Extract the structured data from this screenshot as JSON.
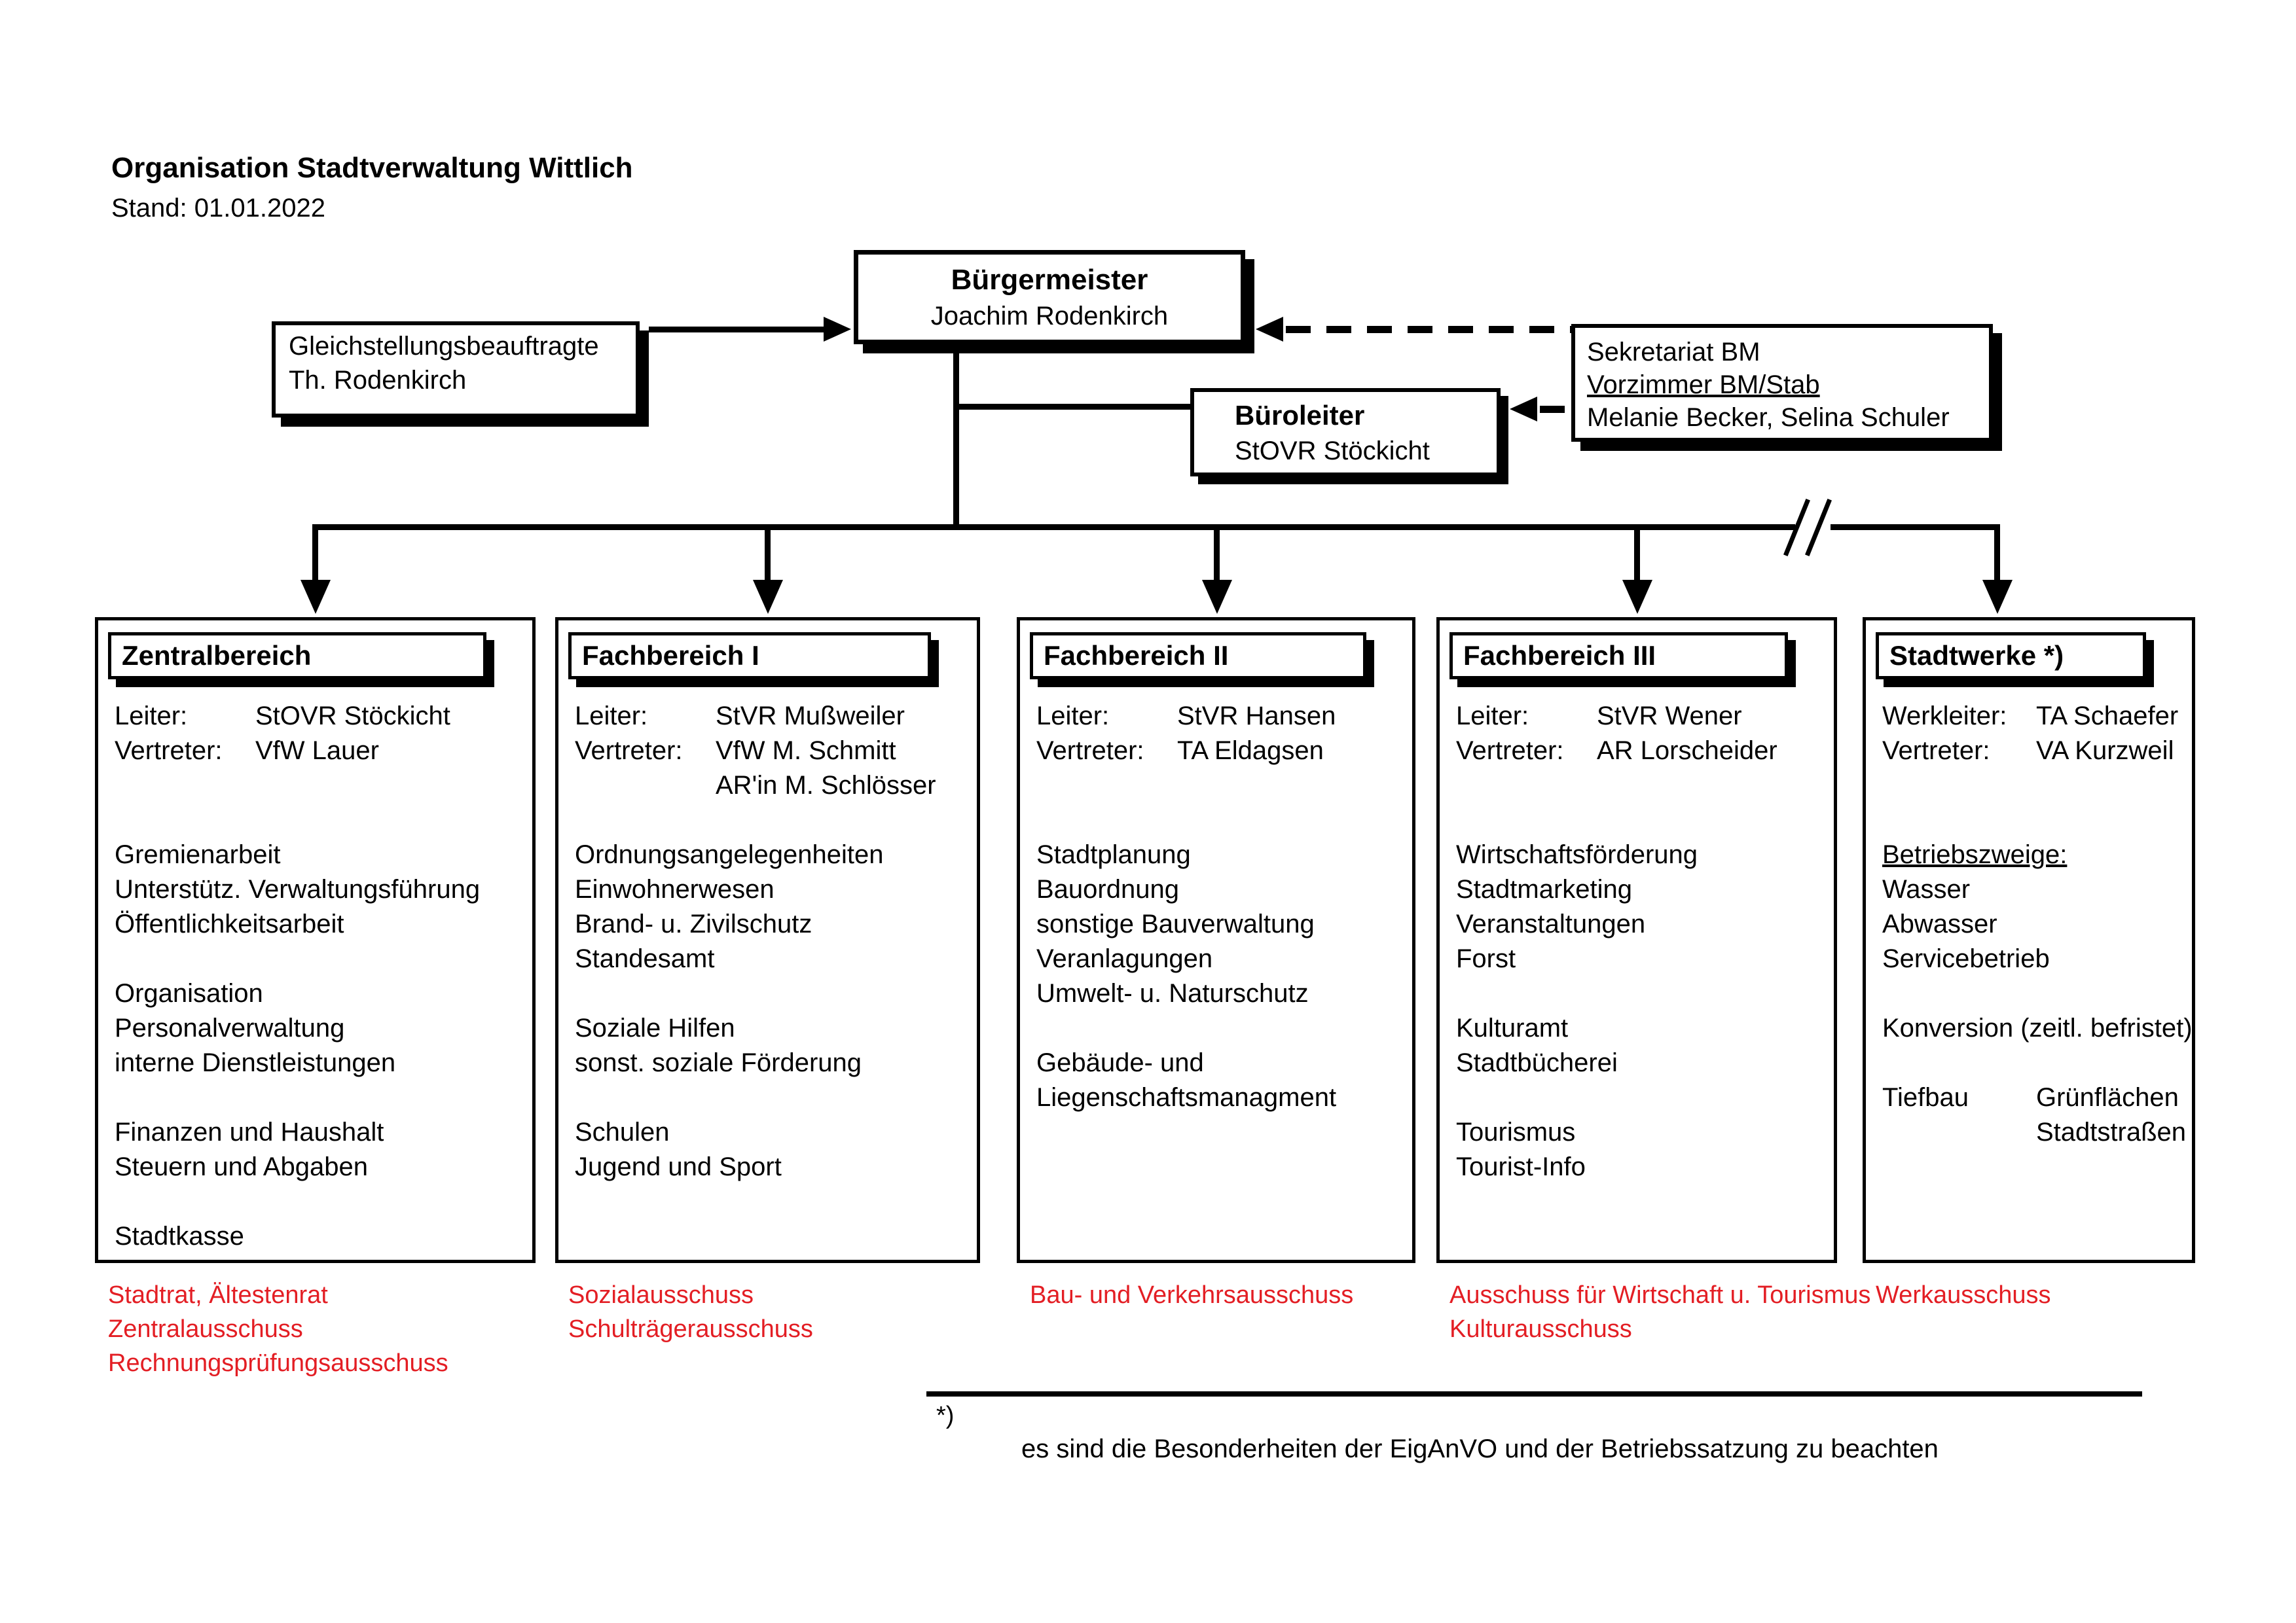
{
  "header": {
    "title": "Organisation Stadtverwaltung Wittlich",
    "date": "Stand: 01.01.2022"
  },
  "colors": {
    "committee_red": "#e31e24",
    "line_black": "#000000"
  },
  "nodes": {
    "gleichstellung": {
      "line1": "Gleichstellungsbeauftragte",
      "line2": "Th. Rodenkirch"
    },
    "buergermeister": {
      "title": "Bürgermeister",
      "name": "Joachim Rodenkirch"
    },
    "sekretariat": {
      "line1": "Sekretariat BM",
      "line2": "Vorzimmer BM/Stab",
      "line3": "Melanie Becker, Selina Schuler"
    },
    "bueroleiter": {
      "title": "Büroleiter",
      "name": "StOVR Stöckicht"
    }
  },
  "departments": [
    {
      "title": "Zentralbereich",
      "leader_label": "Leiter:",
      "leader": "StOVR Stöckicht",
      "deputy_label": "Vertreter:",
      "deputy": "VfW Lauer",
      "tasks": [
        "Gremienarbeit",
        "Unterstütz. Verwaltungsführung",
        "Öffentlichkeitsarbeit",
        "Organisation",
        "Personalverwaltung",
        "interne Dienstleistungen",
        "Finanzen und Haushalt",
        "Steuern und Abgaben",
        "Stadtkasse"
      ],
      "committees": [
        "Stadtrat, Ältestenrat",
        "Zentralausschuss",
        "Rechnungsprüfungsausschuss"
      ]
    },
    {
      "title": "Fachbereich I",
      "leader_label": "Leiter:",
      "leader": "StVR Mußweiler",
      "deputy_label": "Vertreter:",
      "deputy": "VfW M. Schmitt",
      "deputy2": "AR'in M. Schlösser",
      "tasks": [
        "Ordnungsangelegenheiten",
        "Einwohnerwesen",
        "Brand- u. Zivilschutz",
        "Standesamt",
        "Soziale Hilfen",
        "sonst. soziale Förderung",
        "Schulen",
        "Jugend und Sport"
      ],
      "committees": [
        "Sozialausschuss",
        "Schulträgerausschuss"
      ]
    },
    {
      "title": "Fachbereich II",
      "leader_label": "Leiter:",
      "leader": "StVR Hansen",
      "deputy_label": "Vertreter:",
      "deputy": "TA Eldagsen",
      "tasks": [
        "Stadtplanung",
        "Bauordnung",
        "sonstige Bauverwaltung",
        "Veranlagungen",
        "Umwelt- u. Naturschutz",
        "Gebäude- und",
        "Liegenschaftsmanagment"
      ],
      "committees": [
        "Bau- und Verkehrsausschuss"
      ]
    },
    {
      "title": "Fachbereich III",
      "leader_label": "Leiter:",
      "leader": "StVR Wener",
      "deputy_label": "Vertreter:",
      "deputy": "AR Lorscheider",
      "tasks": [
        "Wirtschaftsförderung",
        "Stadtmarketing",
        "Veranstaltungen",
        "Forst",
        "Kulturamt",
        "Stadtbücherei",
        "Tourismus",
        "Tourist-Info"
      ],
      "committees": [
        "Ausschuss für Wirtschaft u. Tourismus",
        "Kulturausschuss"
      ]
    },
    {
      "title": "Stadtwerke *)",
      "leader_label": "Werkleiter:",
      "leader": "TA Schaefer",
      "deputy_label": "Vertreter:",
      "deputy": "VA Kurzweil",
      "section_label": "Betriebszweige:",
      "branches": [
        "Wasser",
        "Abwasser",
        "Servicebetrieb"
      ],
      "extra": "Konversion (zeitl. befristet)",
      "tiefbau_label": "Tiefbau",
      "tiefbau_items": [
        "Grünflächen",
        "Stadtstraßen"
      ],
      "committees": [
        "Werkausschuss"
      ]
    }
  ],
  "footnote": {
    "marker": "*)",
    "text": "es sind die Besonderheiten der EigAnVO und der Betriebssatzung zu beachten"
  }
}
